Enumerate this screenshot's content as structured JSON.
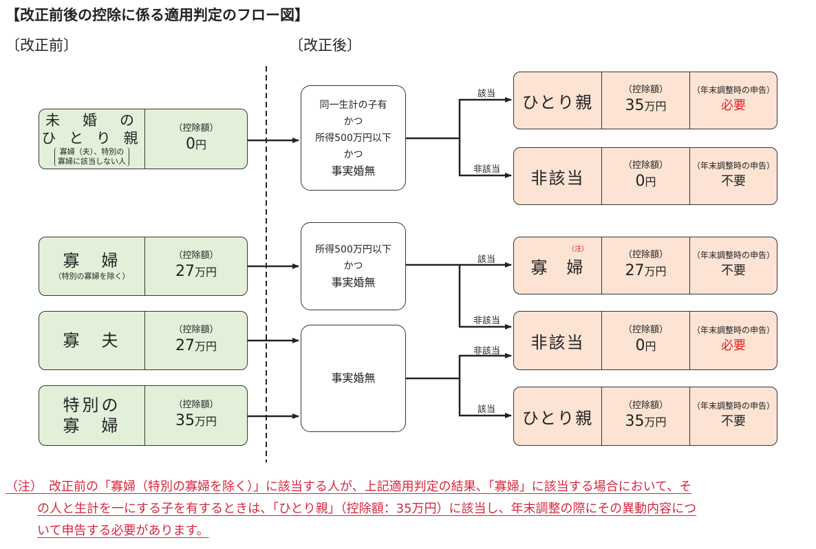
{
  "title": "【改正前後の控除に係る適用判定のフロー図】",
  "header_before": "〔改正前〕",
  "header_after": "〔改正後〕",
  "left": [
    {
      "name_lines": [
        "未　婚　の",
        "ひ と り 親"
      ],
      "note_lines": [
        "寡婦（夫）、特別の",
        "寡婦に該当しない人"
      ],
      "amount_label": "（控除額）",
      "amount": "0",
      "unit": "円"
    },
    {
      "name_lines": [
        "寡　婦"
      ],
      "sub": "（特別の寡婦を除く）",
      "amount_label": "（控除額）",
      "amount": "27",
      "unit": "万円"
    },
    {
      "name_lines": [
        "寡　夫"
      ],
      "amount_label": "（控除額）",
      "amount": "27",
      "unit": "万円"
    },
    {
      "name_lines": [
        "特別の",
        "寡　婦"
      ],
      "amount_label": "（控除額）",
      "amount": "35",
      "unit": "万円"
    }
  ],
  "conditions": [
    {
      "lines": [
        "同一生計の子有",
        "かつ",
        "所得500万円以下",
        "かつ",
        "事実婚無"
      ]
    },
    {
      "lines": [
        "所得500万円以下",
        "かつ",
        "事実婚無"
      ]
    },
    {
      "lines": [
        "事実婚無"
      ]
    }
  ],
  "branch_labels": [
    "該当",
    "非該当",
    "該当",
    "非該当",
    "非該当",
    "該当"
  ],
  "right": [
    {
      "name": "ひとり親",
      "amount_label": "（控除額）",
      "amount": "35",
      "unit": "万円",
      "decl_label": "（年末調整時の申告）",
      "decl": "必要",
      "decl_color": "#e51f1f"
    },
    {
      "name": "非該当",
      "amount_label": "（控除額）",
      "amount": "0",
      "unit": "円",
      "decl_label": "（年末調整時の申告）",
      "decl": "不要",
      "decl_color": "#222222"
    },
    {
      "name": "寡　婦",
      "note_mark": "（注）",
      "amount_label": "（控除額）",
      "amount": "27",
      "unit": "万円",
      "decl_label": "（年末調整時の申告）",
      "decl": "不要",
      "decl_color": "#222222"
    },
    {
      "name": "非該当",
      "amount_label": "（控除額）",
      "amount": "0",
      "unit": "円",
      "decl_label": "（年末調整時の申告）",
      "decl": "必要",
      "decl_color": "#e51f1f"
    },
    {
      "name": "ひとり親",
      "amount_label": "（控除額）",
      "amount": "35",
      "unit": "万円",
      "decl_label": "（年末調整時の申告）",
      "decl": "不要",
      "decl_color": "#222222"
    }
  ],
  "footnote": {
    "lines": [
      "（注）　改正前の「寡婦（特別の寡婦を除く）」に該当する人が、上記適用判定の結果、「寡婦」に該当する場合において、そ",
      "の人と生計を一にする子を有するときは、「ひとり親」（控除額：35万円）に該当し、年末調整の際にその異動内容につ",
      "いて申告する必要があります。"
    ]
  },
  "colors": {
    "left_fill": "#e3f0d9",
    "right_fill": "#fce3d4",
    "required": "#e51f1f",
    "footnote": "#d8263e"
  }
}
